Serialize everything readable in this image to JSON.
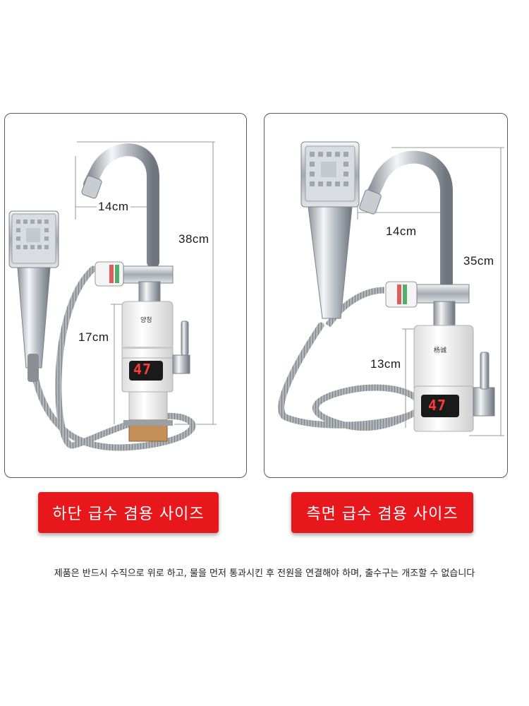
{
  "panels": {
    "left": {
      "dimensions": {
        "spout_reach": "14cm",
        "total_height": "38cm",
        "body_height": "17cm"
      },
      "brand_text": "양청",
      "display_reading": "47",
      "caption": "하단 급수 겸용 사이즈"
    },
    "right": {
      "dimensions": {
        "spout_reach": "14cm",
        "total_height": "35cm",
        "body_height": "13cm"
      },
      "brand_text": "杨诚",
      "display_reading": "47",
      "caption": "측면 급수 겸용 사이즈"
    }
  },
  "notice": "제품은 반드시 수직으로 위로 하고, 물을 먼저 통과시킨 후 전원을 연결해야 하며, 출수구는 개조할 수 없습니다",
  "colors": {
    "caption_background": "#e8171b",
    "caption_text": "#ffffff",
    "lcd_digits": "#ff3a3a",
    "frame_border": "#5a5a5a"
  }
}
